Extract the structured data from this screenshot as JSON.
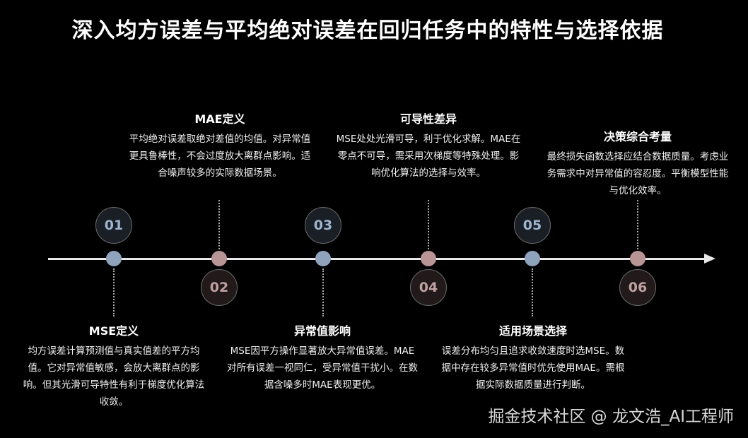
{
  "title": "深入均方误差与平均绝对误差在回归任务中的特性与选择依据",
  "steps": [
    {
      "number": "01",
      "title": "MSE定义",
      "text": "均方误差计算预测值与真实值差的平方均值。它对异常值敏感，会放大离群点的影响。但其光滑可导特性有利于梯度优化算法收敛。"
    },
    {
      "number": "02",
      "title": "MAE定义",
      "text": "平均绝对误差取绝对差值的均值。对异常值更具鲁棒性，不会过度放大离群点影响。适合噪声较多的实际数据场景。"
    },
    {
      "number": "03",
      "title": "异常值影响",
      "text": "MSE因平方操作显著放大异常值误差。MAE对所有误差一视同仁，受异常值干扰小。在数据含噪多时MAE表现更优。"
    },
    {
      "number": "04",
      "title": "可导性差异",
      "text": "MSE处处光滑可导，利于优化求解。MAE在零点不可导，需采用次梯度等特殊处理。影响优化算法的选择与效率。"
    },
    {
      "number": "05",
      "title": "适用场景选择",
      "text": "误差分布均匀且追求收敛速度时选MSE。数据中存在较多异常值时优先使用MAE。需根据实际数据质量进行判断。"
    },
    {
      "number": "06",
      "title": "决策综合考量",
      "text": "最终损失函数选择应结合数据质量。考虑业务需求中对异常值的容忍度。平衡模型性能与优化效率。"
    }
  ],
  "watermark": "掘金技术社区 @ 龙文浩_AI工程师",
  "colors": {
    "background": "#000000",
    "odd_dot": "#8fa3bd",
    "even_dot": "#b89494",
    "axis": "#e8e8e8"
  }
}
